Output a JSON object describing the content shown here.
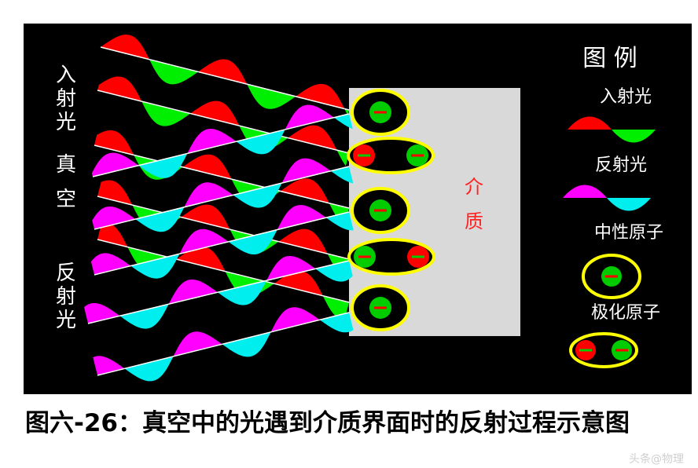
{
  "left_labels": {
    "incident": "入射光",
    "vacuum": "真空",
    "reflected": "反射光"
  },
  "medium_label": "介质",
  "legend": {
    "title": "图 例",
    "incident": "入射光",
    "reflected": "反射光",
    "neutral_atom": "中性原子",
    "polarized_atom": "极化原子"
  },
  "caption": "图六-26：真空中的光遇到介质界面时的反射过程示意图",
  "watermark": "头条@物理",
  "colors": {
    "background": "#000000",
    "medium": "#d9d9d9",
    "incident_positive": "#ff0000",
    "incident_negative": "#00ee00",
    "reflected_positive": "#ff00ff",
    "reflected_negative": "#00eeee",
    "atom_ring": "#ffff00",
    "atom_core": "#00cc00",
    "atom_positive": "#ff0000",
    "medium_text": "#ff2222"
  }
}
